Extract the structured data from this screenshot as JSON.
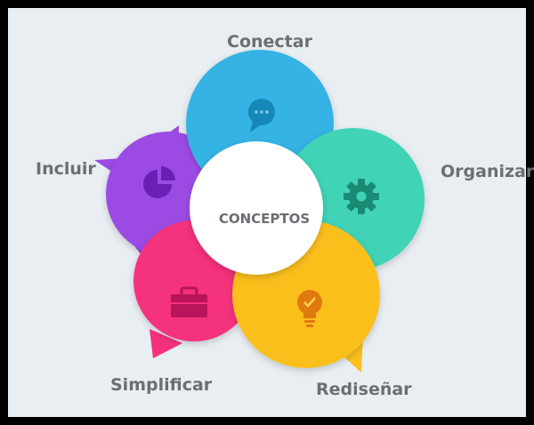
{
  "center": {
    "label": "CONCEPTOS",
    "color": "#ffffff"
  },
  "petals": [
    {
      "label": "Conectar",
      "color": "#34b3e4",
      "icon": "chat-bubble-icon"
    },
    {
      "label": "Organizar",
      "color": "#3fd3b6",
      "icon": "gear-icon"
    },
    {
      "label": "Rediseñar",
      "color": "#fbbf1f",
      "icon": "lightbulb-icon"
    },
    {
      "label": "Simplificar",
      "color": "#f5317c",
      "icon": "briefcase-icon"
    },
    {
      "label": "Incluir",
      "color": "#9b4be3",
      "icon": "pie-chart-icon"
    }
  ],
  "colors": {
    "background": "#e8eef2",
    "border": "#000000",
    "label_text": "#6b6e73"
  }
}
